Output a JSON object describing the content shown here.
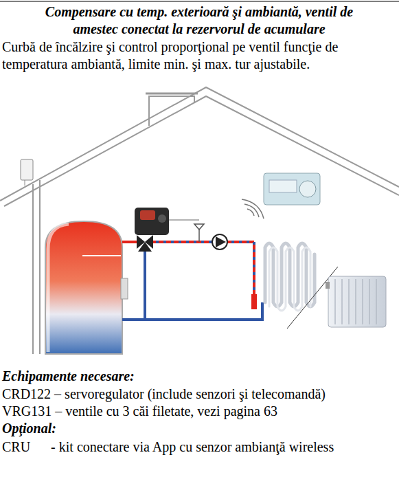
{
  "diagram": {
    "title": "Compensare cu temp. exterioară şi ambiantă, ventil de amestec conectat la rezervorul de acumulare",
    "labels": [
      "Curbă de încălzire şi control proporţional pe ventil funcţie de temperatura ambiantă, limite min. şi max. tur ajustabile.",
      "Echipamente necesare:",
      "CRD122 – servoregulator (include senzori şi telecomandă)",
      "VRG131 – ventile cu 3 căi filetate, vezi pagina 63",
      "Opţional:",
      "CRU      - kit conectare via App cu senzor ambianţă wireless"
    ]
  }
}
